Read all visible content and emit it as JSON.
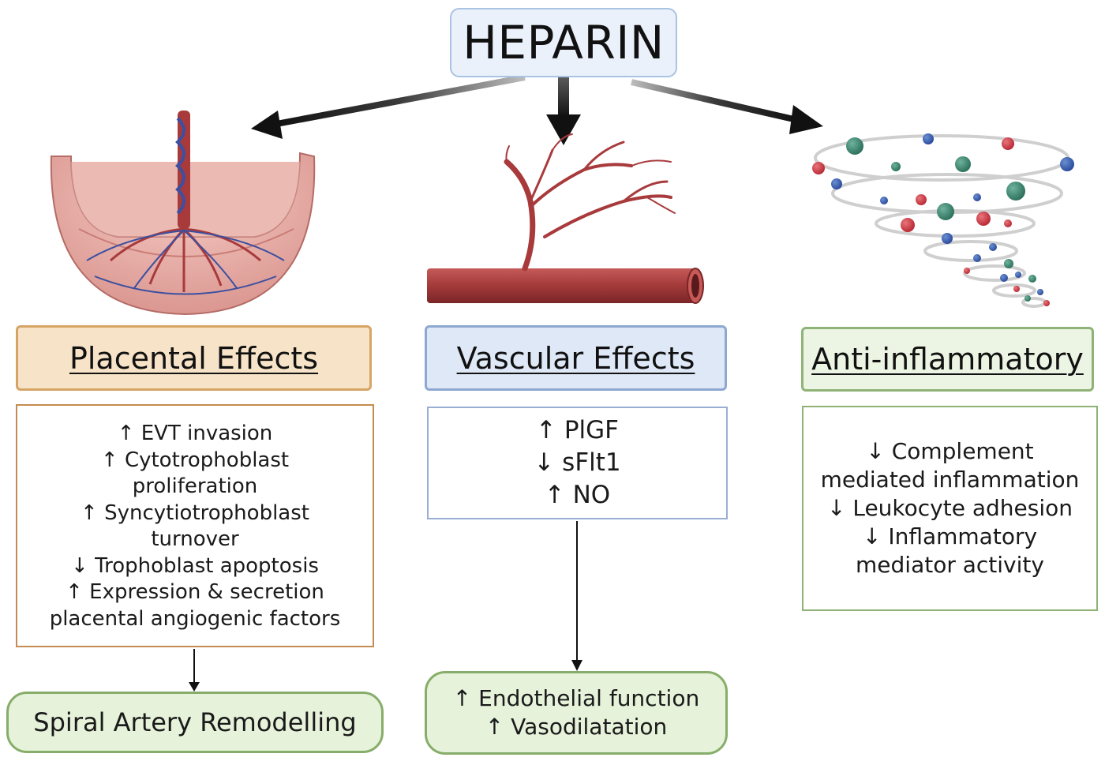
{
  "title": "HEPARIN",
  "branches": {
    "placental": {
      "header": "Placental Effects",
      "effects": [
        "↑ EVT invasion",
        "↑ Cytotrophoblast",
        "proliferation",
        "↑ Syncytiotrophoblast",
        "turnover",
        "↓ Trophoblast apoptosis",
        "↑ Expression & secretion",
        "placental angiogenic factors"
      ],
      "outcome": "Spiral Artery Remodelling"
    },
    "vascular": {
      "header": "Vascular Effects",
      "effects": [
        "↑ PlGF",
        "↓ sFlt1",
        "↑ NO"
      ],
      "outcome": [
        "↑ Endothelial function",
        "↑ Vasodilatation"
      ]
    },
    "anti_inflammatory": {
      "header": "Anti-inflammatory",
      "effects": [
        "↓ Complement",
        "mediated inflammation",
        "↓ Leukocyte adhesion",
        "↓ Inflammatory",
        "mediator activity"
      ]
    }
  },
  "colors": {
    "placental_fill": "#f7e3c8",
    "placental_border": "#d6a566",
    "vascular_fill": "#dfe8f6",
    "vascular_border": "#8ea8d1",
    "anti_fill": "#ecf4e3",
    "anti_border": "#8fb377",
    "title_fill": "#eaf1fb",
    "vessel_red": "#a83a3c",
    "vein_blue": "#3c4fa0"
  },
  "icons": [
    "placenta-illustration",
    "blood-vessel-illustration",
    "cytokine-storm-illustration"
  ]
}
